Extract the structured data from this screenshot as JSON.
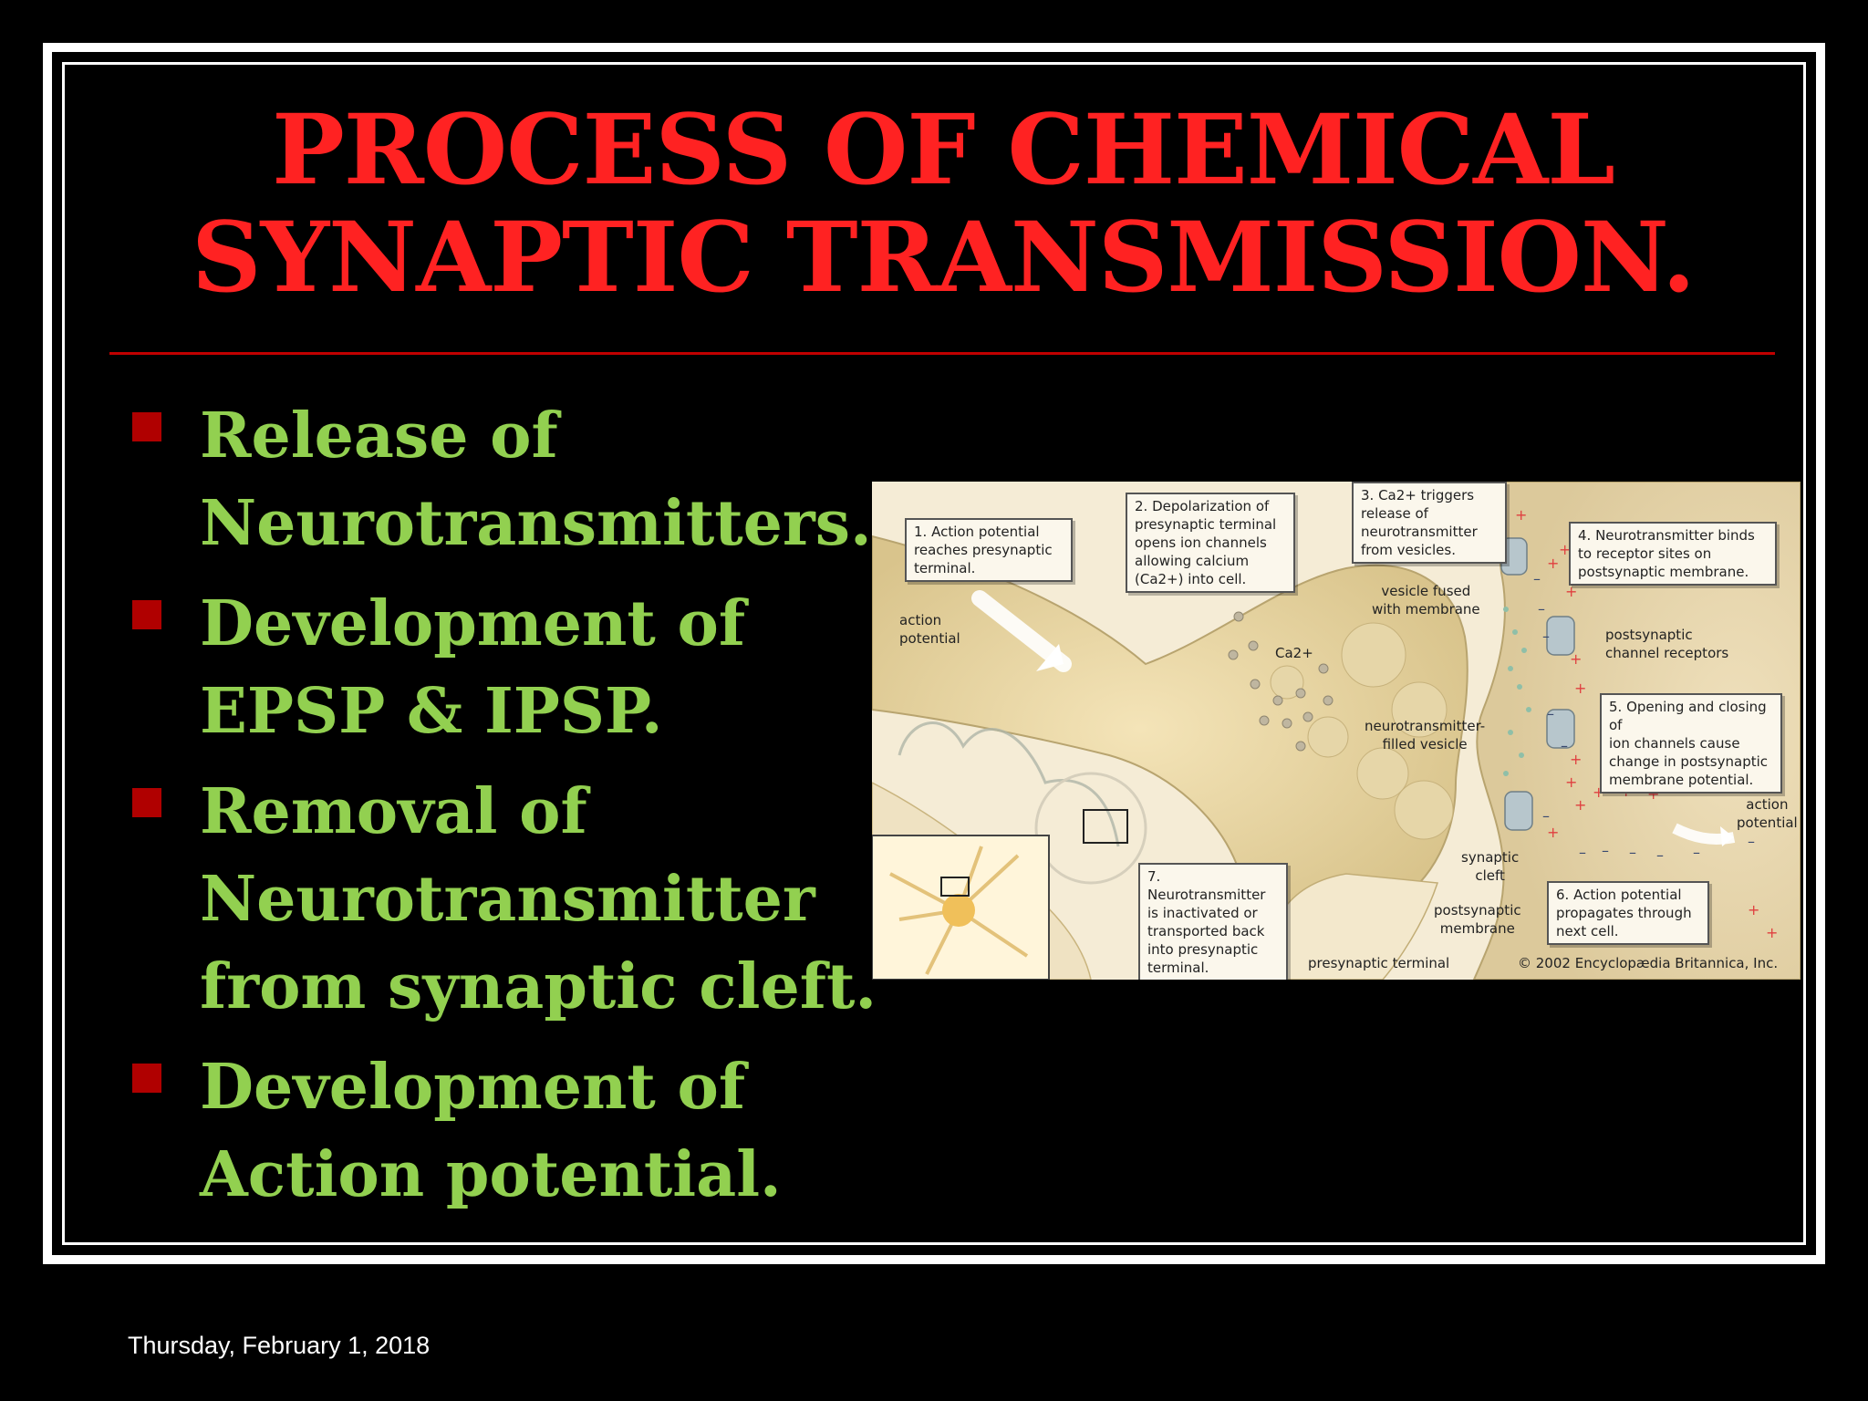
{
  "slide": {
    "title_line1": "PROCESS OF CHEMICAL",
    "title_line2": "SYNAPTIC TRANSMISSION.",
    "bullets": [
      {
        "line1": "Release of",
        "line2": "Neurotransmitters."
      },
      {
        "line1": "Development of",
        "line2": "EPSP & IPSP."
      },
      {
        "line1": "Removal of",
        "line2": "Neurotransmitter",
        "line3": "from synaptic cleft."
      },
      {
        "line1": "Development of",
        "line2": "Action potential."
      }
    ],
    "footer_date": "Thursday, February 1, 2018"
  },
  "diagram": {
    "callouts": {
      "step1": [
        "1. Action potential",
        "reaches presynaptic",
        "terminal."
      ],
      "step2": [
        "2. Depolarization of",
        "presynaptic terminal",
        "opens ion channels",
        "allowing calcium",
        "(Ca2+) into cell."
      ],
      "step3": [
        "3. Ca2+ triggers",
        "release of",
        "neurotransmitter",
        "from vesicles."
      ],
      "step4": [
        "4. Neurotransmitter binds",
        "to receptor sites on",
        "postsynaptic membrane."
      ],
      "step5": [
        "5. Opening and closing of",
        "ion channels cause",
        "change in postsynaptic",
        "membrane potential."
      ],
      "step6": [
        "6. Action potential",
        "propagates through",
        "next cell."
      ],
      "step7": [
        "7. Neurotransmitter",
        "is inactivated or",
        "transported back",
        "into presynaptic",
        "terminal."
      ]
    },
    "labels": {
      "action_potential_left": [
        "action",
        "potential"
      ],
      "ca2": "Ca2+",
      "vesicle_fused": [
        "vesicle fused",
        "with membrane"
      ],
      "postsynaptic_receptors": [
        "postsynaptic",
        "channel receptors"
      ],
      "nt_filled_vesicle": [
        "neurotransmitter-",
        "filled vesicle"
      ],
      "action_potential_right": [
        "action",
        "potential"
      ],
      "synaptic_cleft": [
        "synaptic",
        "cleft"
      ],
      "postsynaptic_membrane": [
        "postsynaptic",
        "membrane"
      ],
      "presynaptic_terminal": "presynaptic terminal",
      "copyright": "© 2002 Encyclopædia Britannica, Inc."
    }
  }
}
